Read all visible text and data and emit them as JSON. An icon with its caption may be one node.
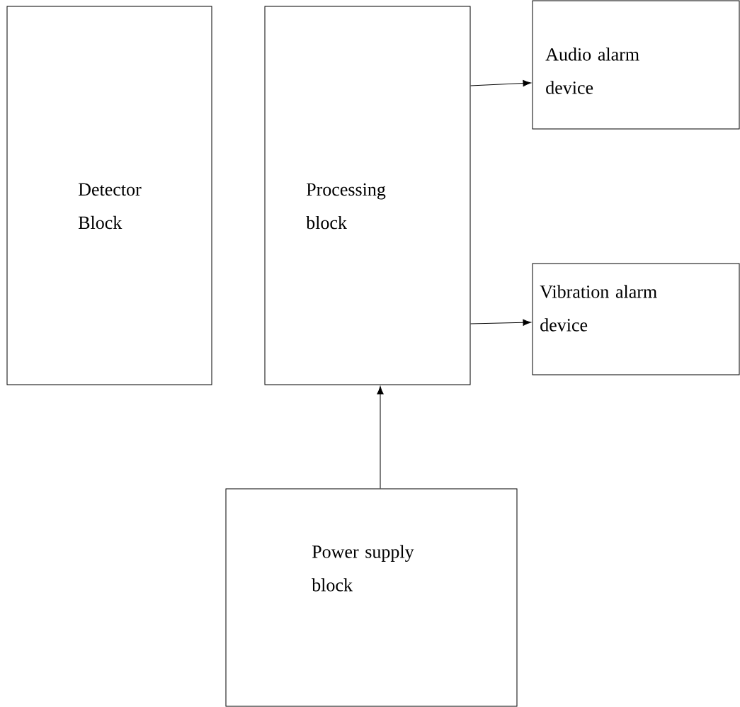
{
  "diagram": {
    "nodes": [
      {
        "text": [
          "Detector Block"
        ]
      },
      {
        "text": [
          "Processing block"
        ]
      },
      {
        "text": [
          "Audio alarm device"
        ]
      },
      {
        "text": [
          "Vibration alarm device"
        ]
      },
      {
        "text": [
          "Power supply block"
        ]
      }
    ],
    "edges": [
      {
        "from": 1,
        "to": 2,
        "arrow": "to"
      },
      {
        "from": 1,
        "to": 3,
        "arrow": "to"
      },
      {
        "from": 4,
        "to": 1,
        "arrow": "to"
      }
    ]
  }
}
